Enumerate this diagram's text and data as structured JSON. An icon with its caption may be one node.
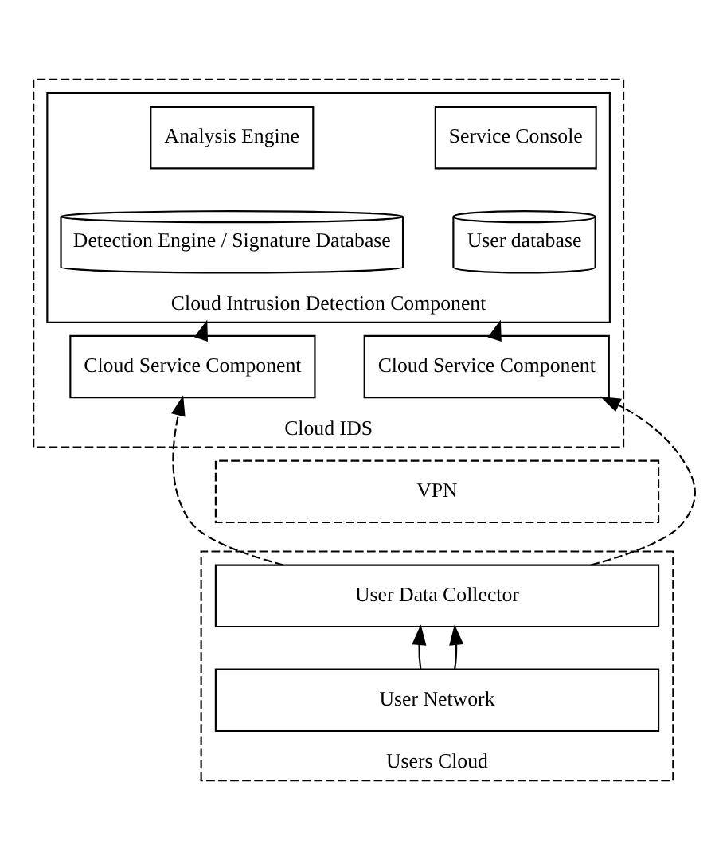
{
  "diagram": {
    "nodes": [
      {
        "text": [
          "Cloud IDS"
        ]
      },
      {
        "text": [
          "Cloud Intrusion Detection Component"
        ],
        "in": 0
      },
      {
        "text": [
          "Analysis Engine"
        ],
        "in": 1
      },
      {
        "text": [
          "Service Console"
        ],
        "in": 1
      },
      {
        "text": [
          "Detection Engine / Signature Database"
        ],
        "in": 1
      },
      {
        "text": [
          "User database"
        ],
        "in": 1
      },
      {
        "text": [
          "Cloud Service Component"
        ],
        "in": 0
      },
      {
        "text": [
          "Cloud Service Component"
        ],
        "in": 0
      },
      {
        "text": [
          "VPN"
        ]
      },
      {
        "text": [
          "Users Cloud"
        ]
      },
      {
        "text": [
          "User Data Collector"
        ],
        "in": 9
      },
      {
        "text": [
          "User Network"
        ],
        "in": 9
      }
    ],
    "edges": [
      {
        "from": 6,
        "to": 1,
        "arrow": "to"
      },
      {
        "from": 7,
        "to": 1,
        "arrow": "to"
      },
      {
        "from": 10,
        "to": 6,
        "arrow": "to",
        "style": "dashed"
      },
      {
        "from": 10,
        "to": 7,
        "arrow": "to",
        "style": "dashed"
      },
      {
        "from": 11,
        "to": 10,
        "arrow": "to"
      },
      {
        "from": 11,
        "to": 10,
        "arrow": "to"
      }
    ]
  }
}
